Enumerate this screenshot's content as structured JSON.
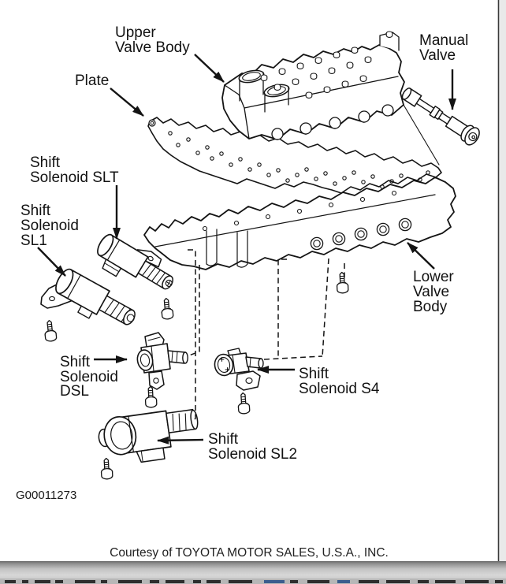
{
  "figure": {
    "code": "G00011273",
    "credit": "Courtesy of TOYOTA MOTOR SALES, U.S.A., INC."
  },
  "labels": {
    "upper_valve_body": [
      "Upper",
      "Valve Body"
    ],
    "plate": [
      "Plate"
    ],
    "manual_valve": [
      "Manual",
      "Valve"
    ],
    "shift_solenoid_slt": [
      "Shift",
      "Solenoid SLT"
    ],
    "shift_solenoid_sl1": [
      "Shift",
      "Solenoid",
      "SL1"
    ],
    "shift_solenoid_dsl": [
      "Shift",
      "Solenoid",
      "DSL"
    ],
    "lower_valve_body": [
      "Lower",
      "Valve",
      "Body"
    ],
    "shift_solenoid_s4": [
      "Shift",
      "Solenoid S4"
    ],
    "shift_solenoid_sl2": [
      "Shift",
      "Solenoid SL2"
    ]
  },
  "colors": {
    "line": "#141414",
    "background": "#ffffff",
    "right_gutter": "#e9e9e9",
    "bar_mid": "#cfcfcf"
  }
}
